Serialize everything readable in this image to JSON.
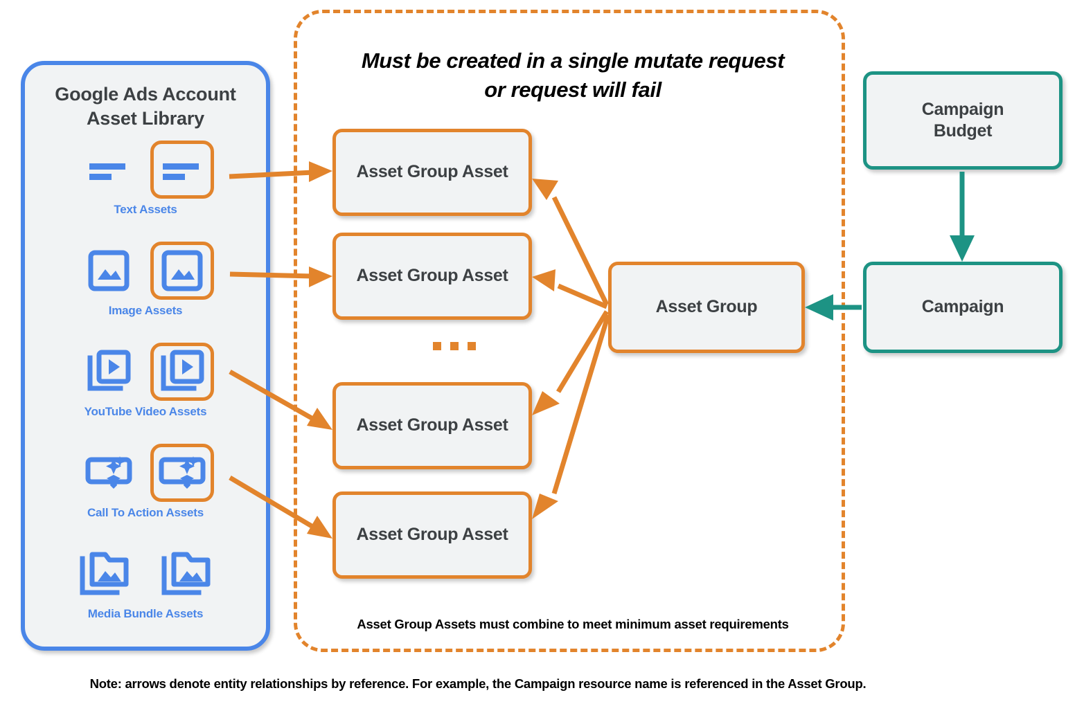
{
  "library": {
    "title_line1": "Google Ads Account",
    "title_line2": "Asset Library",
    "items": [
      {
        "label": "Text Assets",
        "icon": "text-asset-icon",
        "highlighted": true
      },
      {
        "label": "Image Assets",
        "icon": "image-asset-icon",
        "highlighted": true
      },
      {
        "label": "YouTube Video  Assets",
        "icon": "video-asset-icon",
        "highlighted": true
      },
      {
        "label": "Call To Action Assets",
        "icon": "call-to-action-asset-icon",
        "highlighted": true
      },
      {
        "label": "Media Bundle  Assets",
        "icon": "media-bundle-asset-icon",
        "highlighted": false
      }
    ]
  },
  "mutate_container": {
    "title_line1": "Must be created in a single mutate request",
    "title_line2": "or request will fail",
    "footnote": "Asset Group Assets must combine to meet minimum asset requirements",
    "ellipsis": "..."
  },
  "nodes": {
    "asset_group_asset_1": "Asset Group Asset",
    "asset_group_asset_2": "Asset Group Asset",
    "asset_group_asset_3": "Asset Group Asset",
    "asset_group_asset_4": "Asset Group Asset",
    "asset_group": "Asset Group",
    "campaign_budget_line1": "Campaign",
    "campaign_budget_line2": "Budget",
    "campaign": "Campaign"
  },
  "page_note": "Note: arrows denote entity relationships by reference. For example, the Campaign resource name is referenced in the Asset Group.",
  "colors": {
    "orange": "#e2842c",
    "blue": "#4a86e8",
    "teal": "#1d9384",
    "node_fill": "#f1f3f4",
    "text_dark": "#3c4043",
    "background": "#ffffff"
  }
}
